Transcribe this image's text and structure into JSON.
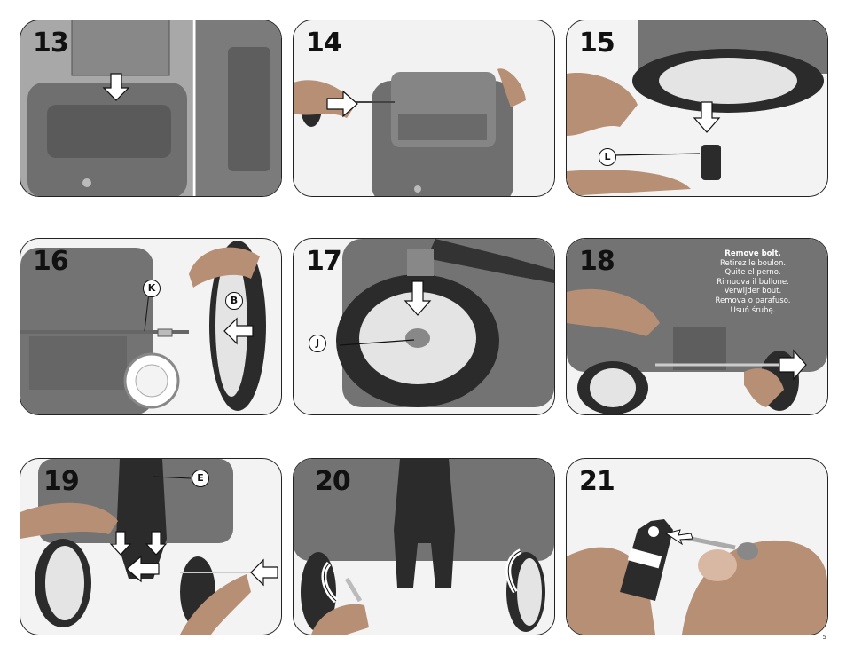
{
  "steps": [
    {
      "number": "13"
    },
    {
      "number": "14"
    },
    {
      "number": "15",
      "callouts": [
        "L"
      ]
    },
    {
      "number": "16",
      "callouts": [
        "K",
        "B"
      ]
    },
    {
      "number": "17",
      "callouts": [
        "J"
      ]
    },
    {
      "number": "18",
      "text": {
        "english": "Remove bolt.",
        "others": [
          "Retirez le boulon.",
          "Quite el perno.",
          "Rimuova il bullone.",
          "Verwijder bout.",
          "Remova o parafuso.",
          "Usuń śrubę."
        ]
      }
    },
    {
      "number": "19",
      "callouts": [
        "E"
      ]
    },
    {
      "number": "20"
    },
    {
      "number": "21"
    }
  ],
  "page_number": "5",
  "colors": {
    "panel_bg": "#9a9a9a",
    "body_plastic": "#6e6e6e",
    "wheel_rim": "#e4e4e4",
    "tire": "#2b2b2b",
    "arrow_fill": "#ffffff",
    "outline": "#222222"
  }
}
